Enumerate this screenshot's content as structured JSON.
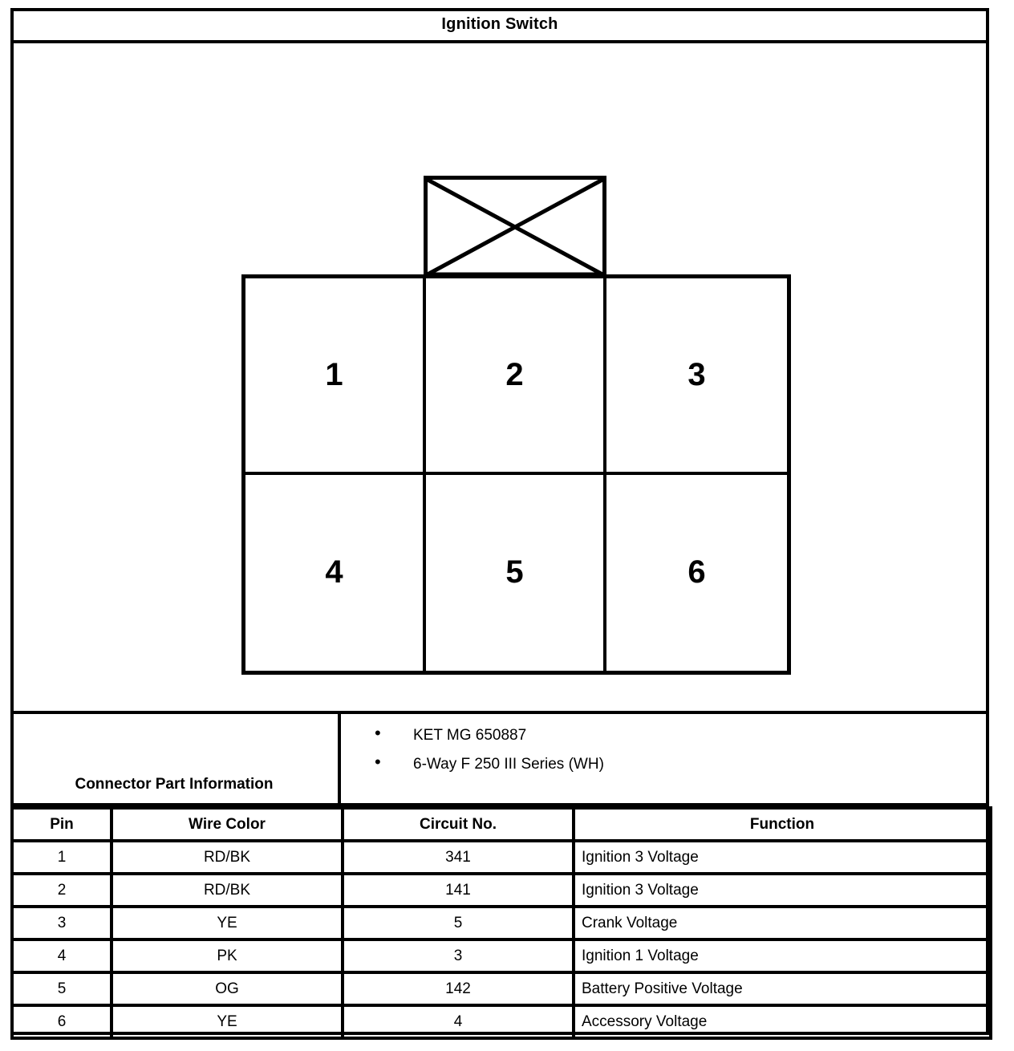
{
  "title": "Ignition Switch",
  "connector_diagram": {
    "tab": {
      "shape": "rectangle-with-x",
      "name": "connector-locking-tab"
    },
    "pins": [
      {
        "number": "1"
      },
      {
        "number": "2"
      },
      {
        "number": "3"
      },
      {
        "number": "4"
      },
      {
        "number": "5"
      },
      {
        "number": "6"
      }
    ]
  },
  "connector_part_information": {
    "label": "Connector Part Information",
    "bullet": "•",
    "items": [
      "KET MG 650887",
      "6-Way F 250 III Series (WH)"
    ]
  },
  "pin_table": {
    "headers": [
      "Pin",
      "Wire Color",
      "Circuit No.",
      "Function"
    ],
    "rows": [
      {
        "pin": "1",
        "wire_color": "RD/BK",
        "circuit_no": "341",
        "function": "Ignition 3 Voltage"
      },
      {
        "pin": "2",
        "wire_color": "RD/BK",
        "circuit_no": "141",
        "function": "Ignition 3 Voltage"
      },
      {
        "pin": "3",
        "wire_color": "YE",
        "circuit_no": "5",
        "function": "Crank Voltage"
      },
      {
        "pin": "4",
        "wire_color": "PK",
        "circuit_no": "3",
        "function": "Ignition 1 Voltage"
      },
      {
        "pin": "5",
        "wire_color": "OG",
        "circuit_no": "142",
        "function": "Battery Positive Voltage"
      },
      {
        "pin": "6",
        "wire_color": "YE",
        "circuit_no": "4",
        "function": "Accessory Voltage"
      }
    ]
  },
  "colors": {
    "line": "#000000",
    "background": "#ffffff"
  }
}
